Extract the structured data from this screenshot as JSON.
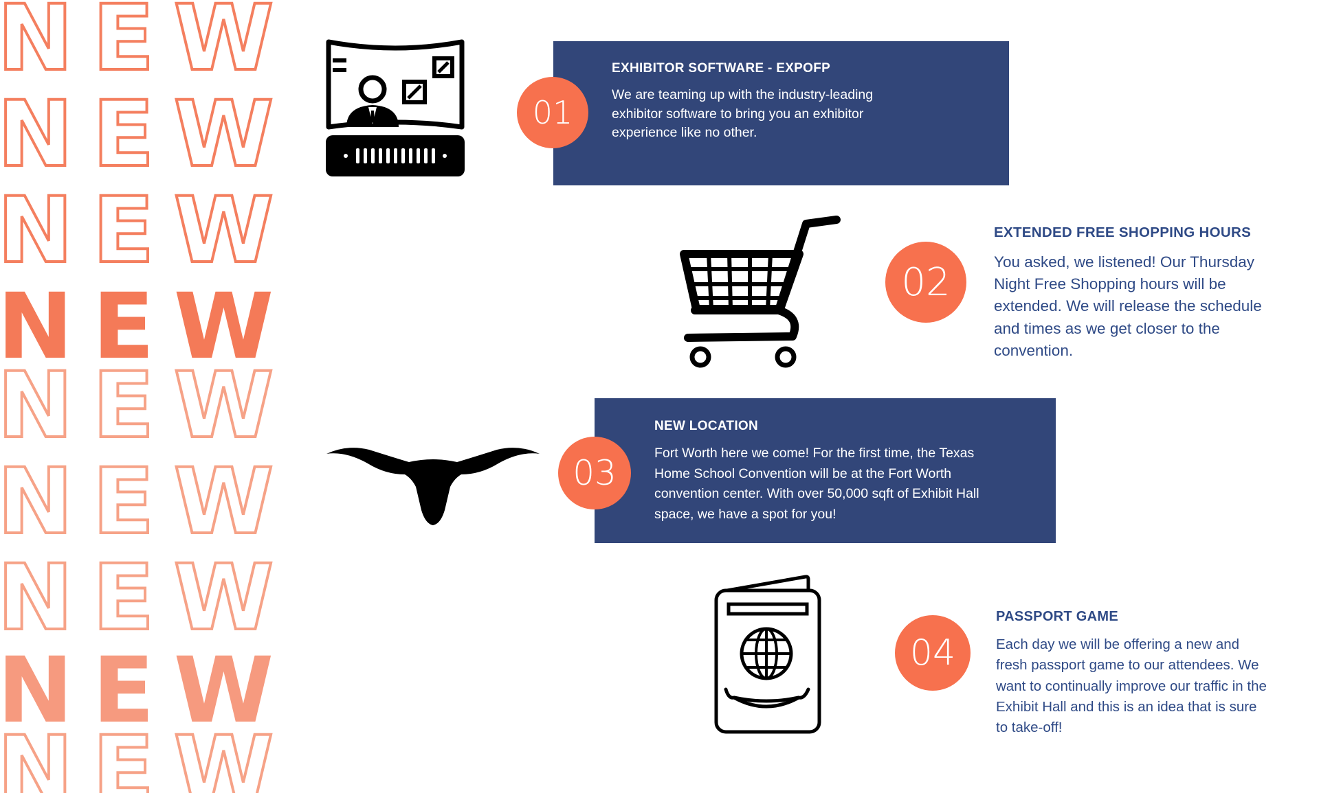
{
  "background": {
    "word": "NEW",
    "accent_color": "#f47a58"
  },
  "colors": {
    "navy": "#324679",
    "coral": "#f7714e",
    "text_navy": "#2f4a86"
  },
  "items": [
    {
      "number": "01",
      "title": "EXHIBITOR SOFTWARE - EXPOFP",
      "body": "We are teaming up with the industry-leading exhibitor software to bring you an exhibitor experience like no other.",
      "icon": "exhibitor-screen-icon"
    },
    {
      "number": "02",
      "title": "EXTENDED FREE SHOPPING HOURS",
      "body": "You asked, we listened! Our Thursday Night Free Shopping hours will be extended. We will release the schedule and times as we get closer to the convention.",
      "icon": "shopping-cart-icon"
    },
    {
      "number": "03",
      "title": "NEW LOCATION",
      "body": "Fort Worth here we come! For the first time, the Texas Home School Convention will be at the Fort Worth convention center. With over 50,000 sqft of Exhibit Hall space, we have a spot for you!",
      "icon": "longhorn-icon"
    },
    {
      "number": "04",
      "title": "PASSPORT GAME",
      "body": "Each day we will be offering a new and fresh passport game to our attendees. We want to continually improve our traffic in the Exhibit Hall and this is an idea that is sure to take-off!",
      "icon": "passport-icon"
    }
  ]
}
